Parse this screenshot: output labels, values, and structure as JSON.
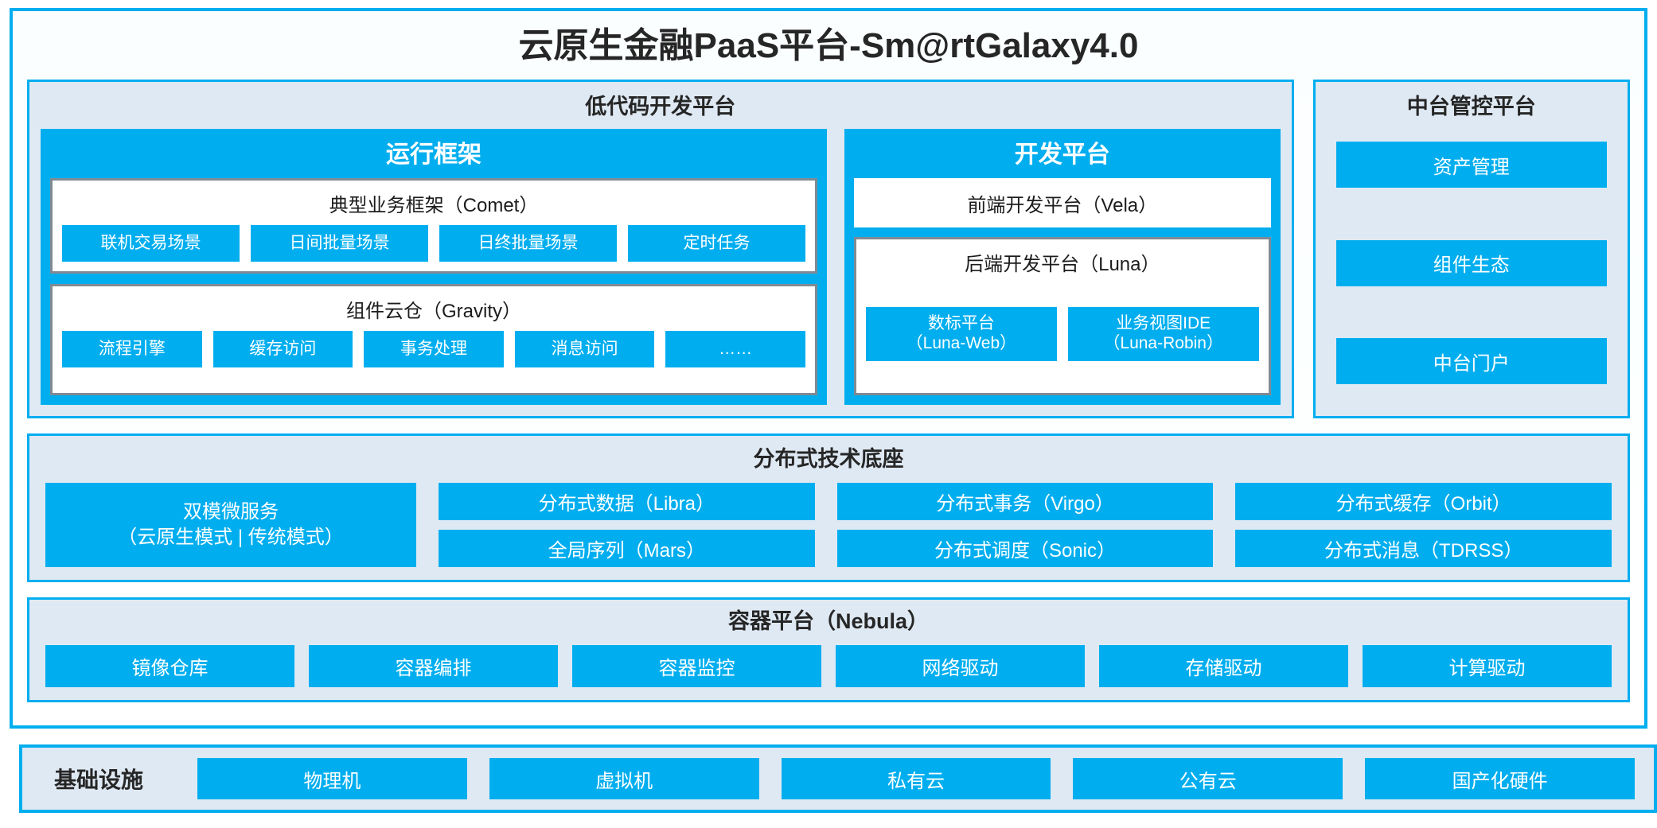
{
  "platform": {
    "title": "云原生金融PaaS平台-Sm@rtGalaxy4.0"
  },
  "lowcode": {
    "title": "低代码开发平台",
    "runtime": {
      "title": "运行框架",
      "comet": {
        "title": "典型业务框架（Comet）",
        "items": [
          "联机交易场景",
          "日间批量场景",
          "日终批量场景",
          "定时任务"
        ]
      },
      "gravity": {
        "title": "组件云仓（Gravity）",
        "items": [
          "流程引擎",
          "缓存访问",
          "事务处理",
          "消息访问",
          "……"
        ]
      }
    },
    "devplatform": {
      "title": "开发平台",
      "vela": "前端开发平台（Vela）",
      "luna": {
        "title": "后端开发平台（Luna）",
        "items": [
          {
            "name": "数标平台",
            "code": "（Luna-Web）"
          },
          {
            "name": "业务视图IDE",
            "code": "（Luna-Robin）"
          }
        ]
      }
    }
  },
  "midoffice": {
    "title": "中台管控平台",
    "items": [
      "资产管理",
      "组件生态",
      "中台门户"
    ]
  },
  "distbase": {
    "title": "分布式技术底座",
    "dualmode": {
      "line1": "双模微服务",
      "line2": "（云原生模式 | 传统模式）"
    },
    "columns": [
      [
        "分布式数据（Libra）",
        "全局序列（Mars）"
      ],
      [
        "分布式事务（Virgo）",
        "分布式调度（Sonic）"
      ],
      [
        "分布式缓存（Orbit）",
        "分布式消息（TDRSS）"
      ]
    ]
  },
  "container": {
    "title": "容器平台（Nebula）",
    "items": [
      "镜像仓库",
      "容器编排",
      "容器监控",
      "网络驱动",
      "存储驱动",
      "计算驱动"
    ]
  },
  "infrastructure": {
    "label": "基础设施",
    "items": [
      "物理机",
      "虚拟机",
      "私有云",
      "公有云",
      "国产化硬件"
    ]
  },
  "colors": {
    "accent": "#00AEEF",
    "panel_bg": "#dfe9f3",
    "card_border": "#808a93",
    "text": "#262626"
  }
}
